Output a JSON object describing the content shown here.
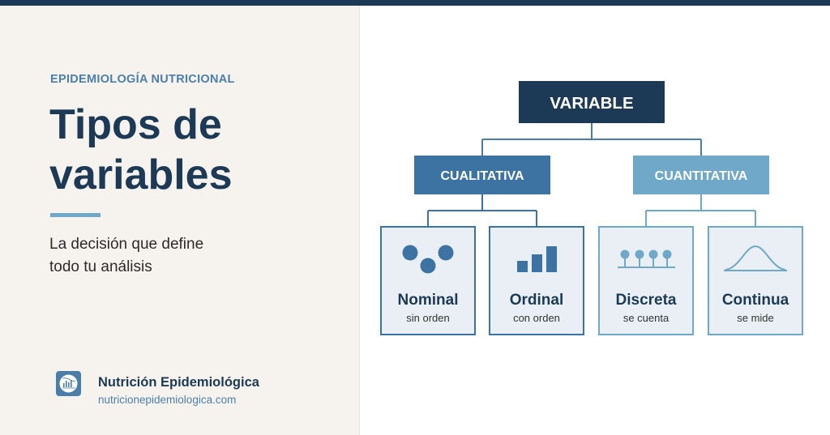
{
  "header": {
    "eyebrow": "EPIDEMIOLOGÍA NUTRICIONAL",
    "title_line1": "Tipos de",
    "title_line2": "variables",
    "subtitle_line1": "La decisión que define",
    "subtitle_line2": "todo tu análisis"
  },
  "brand": {
    "name": "Nutrición Epidemiológica",
    "url": "nutricionepidemiologica.com",
    "logo_icon": "bar-chart-icon"
  },
  "diagram": {
    "root": "VARIABLE",
    "branches": [
      {
        "label": "CUALITATIVA",
        "leaves": [
          {
            "label": "Nominal",
            "sub": "sin orden",
            "icon": "scattered-dots-icon"
          },
          {
            "label": "Ordinal",
            "sub": "con orden",
            "icon": "ascending-bars-icon"
          }
        ]
      },
      {
        "label": "CUANTITATIVA",
        "leaves": [
          {
            "label": "Discreta",
            "sub": "se cuenta",
            "icon": "lollipop-dots-icon"
          },
          {
            "label": "Continua",
            "sub": "se mide",
            "icon": "bell-curve-icon"
          }
        ]
      }
    ]
  },
  "colors": {
    "navy": "#1c3a56",
    "qualitative": "#3c73a2",
    "quantitative": "#6fa8c8",
    "leaf_fill": "#e9eff5",
    "left_background": "#f6f3ee"
  }
}
